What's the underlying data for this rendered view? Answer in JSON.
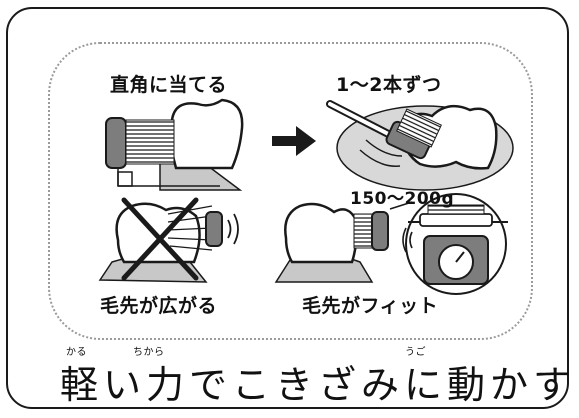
{
  "labels": {
    "top_left": "直角に当てる",
    "top_right": "1〜2本ずつ",
    "pressure": "150〜200g",
    "bottom_left": "毛先が広がる",
    "bottom_right": "毛先がフィット"
  },
  "caption": {
    "text": "軽い力でこきざみに動かす",
    "furigana_1": "かる",
    "furigana_2": "ちから",
    "furigana_3": "うご"
  },
  "icons": [
    "arrow-right-icon",
    "scale-icon",
    "cross-icon",
    "toothbrush-icon",
    "tooth-icon",
    "vibration-icon"
  ],
  "colors": {
    "ink": "#1a1a1a",
    "gum": "#c8c8c8",
    "brush_head": "#7d7d7d",
    "dots": "#9a9a9a"
  }
}
